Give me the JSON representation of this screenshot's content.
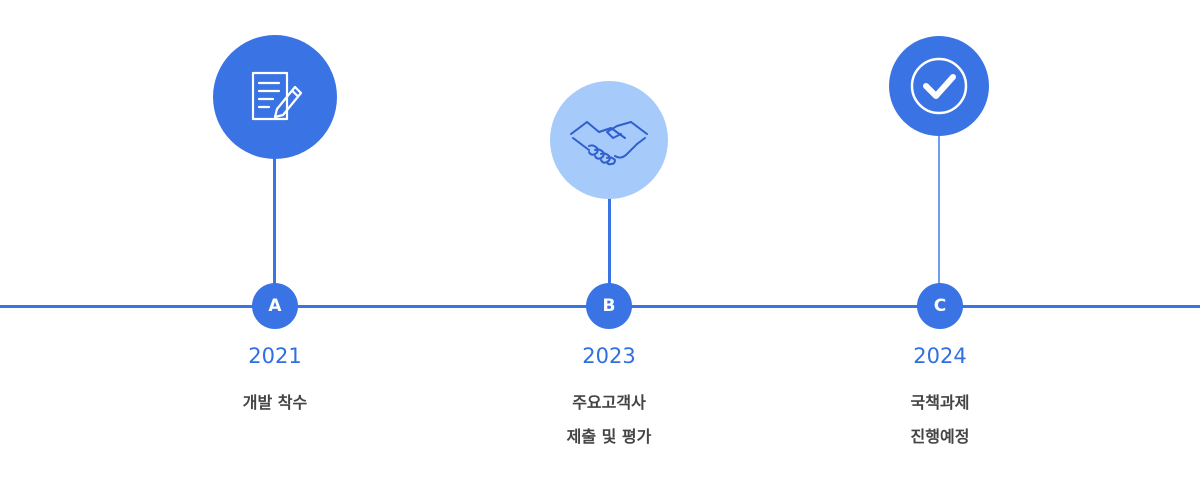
{
  "colors": {
    "primary": "#3a73e4",
    "light_circle": "#a6cbfa",
    "year_text": "#2f6fe2",
    "desc_text": "#444444"
  },
  "milestones": [
    {
      "marker": "A",
      "year": "2021",
      "desc_line1": "개발 착수",
      "desc_line2": "",
      "icon": "document-edit-icon"
    },
    {
      "marker": "B",
      "year": "2023",
      "desc_line1": "주요고객사",
      "desc_line2": "제출 및 평가",
      "icon": "handshake-icon"
    },
    {
      "marker": "C",
      "year": "2024",
      "desc_line1": "국책과제",
      "desc_line2": "진행예정",
      "icon": "check-circle-icon"
    }
  ]
}
